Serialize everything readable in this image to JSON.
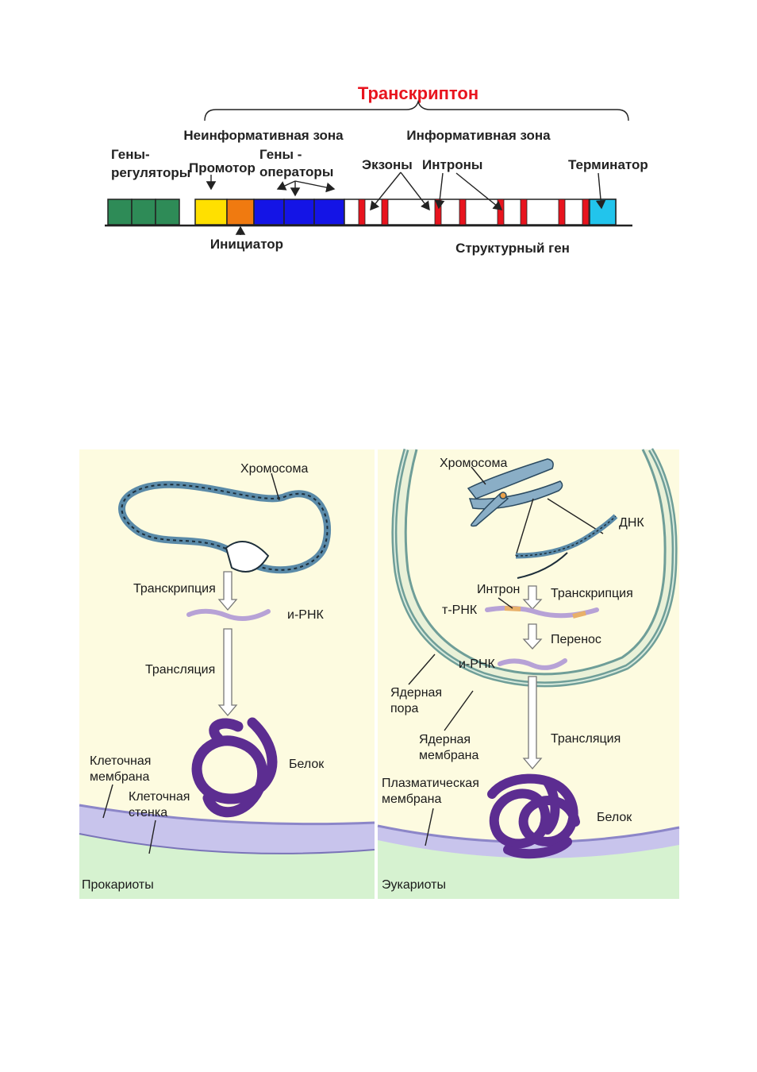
{
  "gene_diagram": {
    "title": "Транскриптон",
    "noninformative_zone": "Неинформативная зона",
    "informative_zone": "Информативная зона",
    "regulator_genes_1": "Гены-",
    "regulator_genes_2": "регуляторы",
    "promoter": "Промотор",
    "operator_genes_1": "Гены -",
    "operator_genes_2": "операторы",
    "exons": "Экзоны",
    "introns": "Интроны",
    "terminator": "Терминатор",
    "initiator": "Инициатор",
    "structural_gene": "Структурный ген",
    "colors": {
      "regulators": "#2e8b57",
      "promoter": "#ffe000",
      "initiator": "#f07a10",
      "operators": "#1414e6",
      "exon_intron_marks": "#e8141e",
      "terminator": "#22c4ec"
    }
  },
  "prokaryote_panel": {
    "chromosome": "Хромосома",
    "transcription": "Транскрипция",
    "mrna": "и-РНК",
    "translation": "Трансляция",
    "cell_membrane_1": "Клеточная",
    "cell_membrane_2": "мембрана",
    "cell_wall_1": "Клеточная",
    "cell_wall_2": "стенка",
    "protein": "Белок",
    "caption": "Прокариоты"
  },
  "eukaryote_panel": {
    "chromosome": "Хромосома",
    "dna": "ДНК",
    "intron": "Интрон",
    "transcription": "Транскрипция",
    "trna": "т-РНК",
    "transfer": "Перенос",
    "mrna": "и-РНК",
    "nuclear_pore_1": "Ядерная",
    "nuclear_pore_2": "пора",
    "nuclear_membrane_1": "Ядерная",
    "nuclear_membrane_2": "мембрана",
    "translation": "Трансляция",
    "plasma_membrane_1": "Плазматическая",
    "plasma_membrane_2": "мембрана",
    "protein": "Белок",
    "caption": "Эукариоты"
  }
}
